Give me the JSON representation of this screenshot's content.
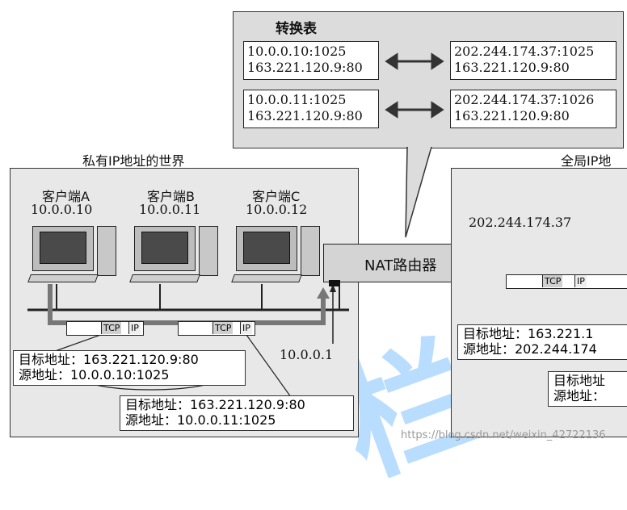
{
  "table": {
    "title": "转换表",
    "rows": [
      {
        "private": [
          "10.0.0.10:1025",
          "163.221.120.9:80"
        ],
        "public": [
          "202.244.174.37:1025",
          "163.221.120.9:80"
        ]
      },
      {
        "private": [
          "10.0.0.11:1025",
          "163.221.120.9:80"
        ],
        "public": [
          "202.244.174.37:1026",
          "163.221.120.9:80"
        ]
      }
    ]
  },
  "private_world": {
    "title": "私有IP地址的世界",
    "clients": [
      {
        "name": "客户端A",
        "ip": "10.0.0.10"
      },
      {
        "name": "客户端B",
        "ip": "10.0.0.11"
      },
      {
        "name": "客户端C",
        "ip": "10.0.0.12"
      }
    ],
    "gateway_ip": "10.0.0.1",
    "packet_a": {
      "dst": "目标地址：163.221.120.9:80",
      "src": "源地址：10.0.0.10:1025"
    },
    "packet_b": {
      "dst": "目标地址：163.221.120.9:80",
      "src": "源地址：10.0.0.11:1025"
    }
  },
  "global_world": {
    "title": "全局IP地",
    "router_ip": "202.244.174.37",
    "packet_1": {
      "dst": "目标地址：163.221.1",
      "src": "源地址：202.244.174"
    },
    "packet_2": {
      "dst": "目标地址",
      "src": "源地址："
    }
  },
  "router": {
    "label": "NAT路由器"
  },
  "packet_labels": {
    "tcp": "TCP",
    "ip": "IP"
  },
  "watermark": "https://blog.csdn.net/weixin_42722136"
}
